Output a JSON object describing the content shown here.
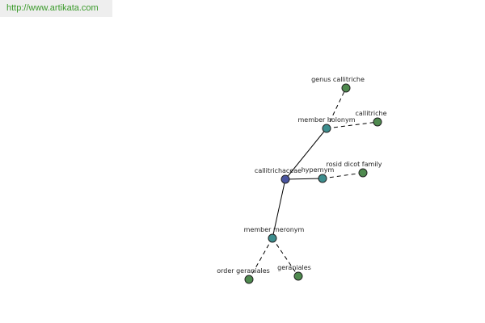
{
  "banner": {
    "url": "http://www.artikata.com"
  },
  "graph": {
    "nodes": [
      {
        "id": "callitrichaceae",
        "label": "callitrichaceae",
        "kind": "center"
      },
      {
        "id": "member-holonym",
        "label": "member holonym",
        "kind": "relation"
      },
      {
        "id": "hypernym",
        "label": "hypernym",
        "kind": "relation"
      },
      {
        "id": "member-meronym",
        "label": "member meronym",
        "kind": "relation"
      },
      {
        "id": "genus-callitriche",
        "label": "genus callitriche",
        "kind": "leaf"
      },
      {
        "id": "callitriche",
        "label": "callitriche",
        "kind": "leaf"
      },
      {
        "id": "rosid-dicot-family",
        "label": "rosid dicot family",
        "kind": "leaf"
      },
      {
        "id": "order-geraniales",
        "label": "order geraniales",
        "kind": "leaf"
      },
      {
        "id": "geraniales",
        "label": "geraniales",
        "kind": "leaf"
      }
    ],
    "edges": [
      {
        "from": "callitrichaceae",
        "to": "member-holonym",
        "style": "solid"
      },
      {
        "from": "callitrichaceae",
        "to": "hypernym",
        "style": "solid"
      },
      {
        "from": "callitrichaceae",
        "to": "member-meronym",
        "style": "solid"
      },
      {
        "from": "member-holonym",
        "to": "genus-callitriche",
        "style": "dashed"
      },
      {
        "from": "member-holonym",
        "to": "callitriche",
        "style": "dashed"
      },
      {
        "from": "hypernym",
        "to": "rosid-dicot-family",
        "style": "dashed"
      },
      {
        "from": "member-meronym",
        "to": "order-geraniales",
        "style": "dashed"
      },
      {
        "from": "member-meronym",
        "to": "geraniales",
        "style": "dashed"
      }
    ]
  }
}
